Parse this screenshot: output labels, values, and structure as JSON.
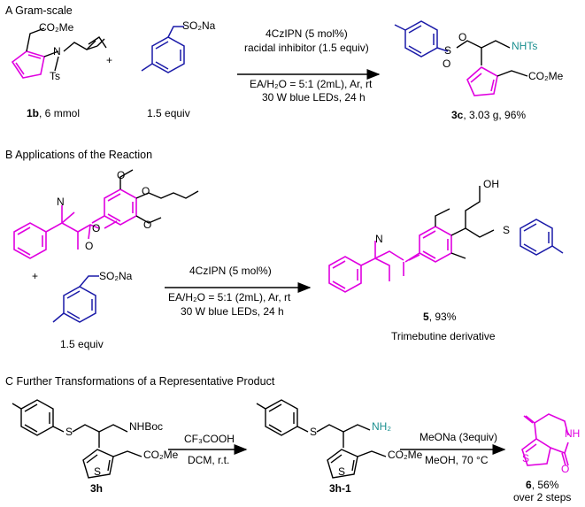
{
  "sections": {
    "a": "A Gram-scale",
    "b": "B Applications of the Reaction",
    "c": "C Further Transformations of a Representative  Product"
  },
  "a": {
    "plus": "+",
    "ester": "CO₂Me",
    "n_label": "N",
    "ts_label": "Ts",
    "sulfinate": "SO₂Na",
    "sm1_id": "1b",
    "sm1_qty": ", 6 mmol",
    "sm2_qty": "1.5 equiv",
    "cond1": "4CzIPN (5 mol%)",
    "cond2": "racidal inhibitor (1.5 equiv)",
    "cond3": "EA/H₂O = 5:1 (2mL), Ar, rt",
    "cond4": "30 W blue LEDs, 24 h",
    "prod_nhts": "NHTs",
    "prod_ester": "CO₂Me",
    "prod_s": "S",
    "prod_o": "O",
    "prod_id": "3c",
    "prod_yield": ", 3.03 g, 96%"
  },
  "b": {
    "nme2_n": "N",
    "o": "O",
    "plus": "+",
    "sulfinate": "SO₂Na",
    "sm2_qty": "1.5 equiv",
    "cond1": "4CzIPN (5 mol%)",
    "cond2": "EA/H₂O = 5:1 (2mL), Ar, rt",
    "cond3": "30 W blue LEDs, 24 h",
    "oh": "OH",
    "s": "S",
    "prod_id": "5",
    "prod_yield": ", 93%",
    "prod_name": "Trimebutine derivative"
  },
  "c": {
    "nhboc": "NHBoc",
    "ester": "CO₂Me",
    "s": "S",
    "o": "O",
    "cmpd1": "3h",
    "cond1a": "CF₃COOH",
    "cond1b": "DCM, r.t.",
    "nh2": "NH₂",
    "cmpd2": "3h-1",
    "cond2a": "MeONa (3equiv)",
    "cond2b": "MeOH, 70 °C",
    "nh": "NH",
    "cmpd3": "6",
    "cmpd3_yield": ", 56%",
    "cmpd3_note": "over 2 steps"
  },
  "colors": {
    "reactant_a": "#e000e0",
    "reagent": "#1a1aa8",
    "amine": "#1a8f8f",
    "black": "#000000"
  }
}
